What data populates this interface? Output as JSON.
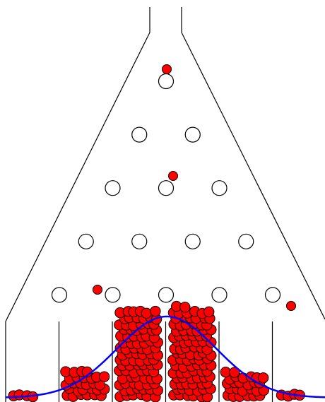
{
  "simulation": {
    "type": "galton-board",
    "rows": 5,
    "bins": 6,
    "balls_in_flight": 4
  },
  "colors": {
    "background": "#ffffff",
    "frame": "#000000",
    "peg_fill": "#ffffff",
    "peg_stroke": "#000000",
    "ball_fill": "#ff0000",
    "ball_stroke": "#000000",
    "curve": "#0000ff"
  },
  "bins": [
    {
      "index": 0,
      "count": 4
    },
    {
      "index": 1,
      "count": 28
    },
    {
      "index": 2,
      "count": 90
    },
    {
      "index": 3,
      "count": 92
    },
    {
      "index": 4,
      "count": 26
    },
    {
      "index": 5,
      "count": 4
    }
  ],
  "curve": {
    "type": "normal-distribution",
    "label": ""
  }
}
